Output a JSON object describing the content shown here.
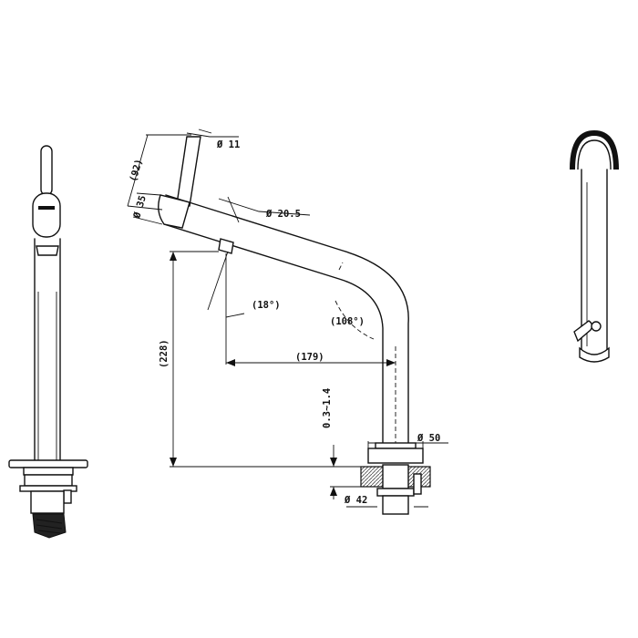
{
  "dimensions": {
    "handle_diameter": "Ø 11",
    "lever_height": "(92)",
    "body_diameter": "Ø 35",
    "spout_diameter": "Ø 20.5",
    "spout_angle": "(18°)",
    "bend_angle": "(108°)",
    "height": "(228)",
    "reach": "(179)",
    "deck_thickness": "0.3~1.4",
    "base_diameter": "Ø 50",
    "shank_diameter": "Ø 42"
  },
  "colors": {
    "line": "#111111",
    "background": "#ffffff",
    "hatch": "#555555"
  }
}
